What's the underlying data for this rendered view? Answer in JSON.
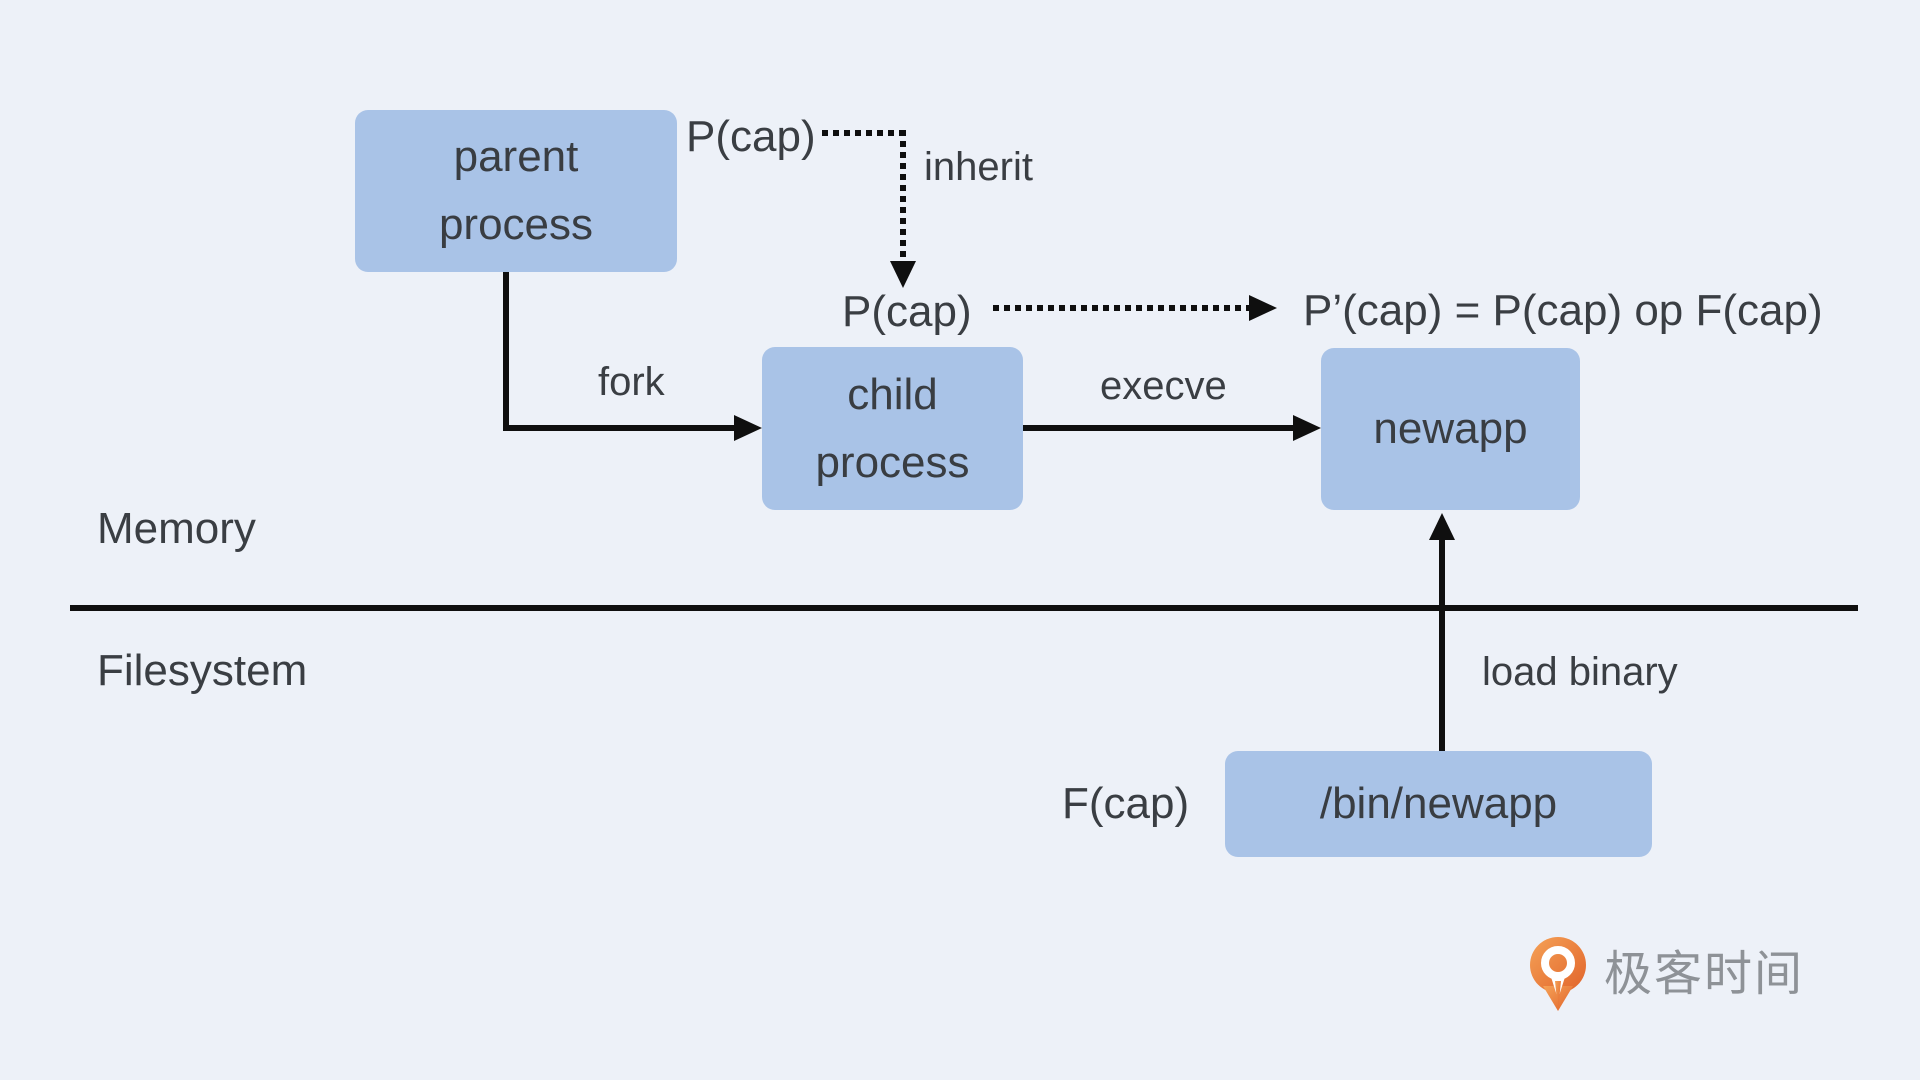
{
  "colors": {
    "background": "#edf1f8",
    "node_fill": "#a9c3e7",
    "text": "#3a3e43",
    "line": "#0f0f0f",
    "logo_orange": "#e1632a",
    "logo_text_gray": "#8e9297"
  },
  "regions": {
    "memory": "Memory",
    "filesystem": "Filesystem"
  },
  "nodes": {
    "parent": {
      "line1": "parent",
      "line2": "process"
    },
    "child": {
      "line1": "child",
      "line2": "process"
    },
    "newapp": {
      "label": "newapp"
    },
    "binary": {
      "label": "/bin/newapp"
    }
  },
  "edges": {
    "fork": "fork",
    "execve": "execve",
    "inherit": "inherit",
    "load_binary": "load binary"
  },
  "capabilities": {
    "parent_cap": "P(cap)",
    "child_cap": "P(cap)",
    "file_cap": "F(cap)",
    "transform_formula": "P’(cap) = P(cap) op F(cap)"
  },
  "branding": {
    "logo_text": "极客时间"
  }
}
